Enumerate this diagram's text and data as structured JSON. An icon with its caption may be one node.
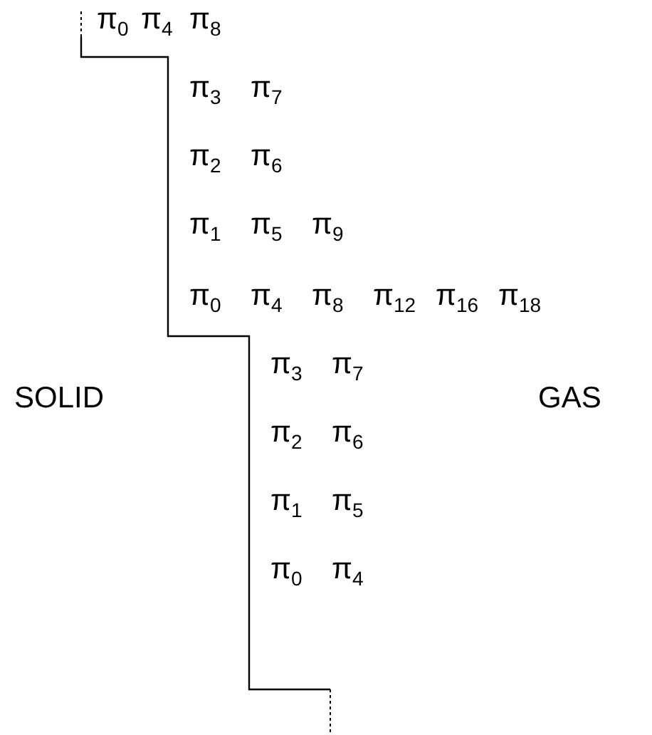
{
  "diagram": {
    "labels": [
      "π$_{0}$",
      "π$_{4}$",
      "π$_{8}$",
      "π$_{3}$",
      "π$_{7}$",
      "π$_{2}$",
      "π$_{6}$",
      "π$_{1}$",
      "π$_{5}$",
      "π$_{9}$",
      "π$_{0}$",
      "π$_{4}$",
      "π$_{8}$",
      "π$_{12}$",
      "π$_{16}$",
      "π$_{18}$",
      "π$_{3}$",
      "π$_{7}$",
      "SOLID",
      "π$_{2}$",
      "π$_{6}$",
      "GAS",
      "π$_{1}$",
      "π$_{5}$",
      "π$_{0}$",
      "π$_{4}$"
    ]
  }
}
